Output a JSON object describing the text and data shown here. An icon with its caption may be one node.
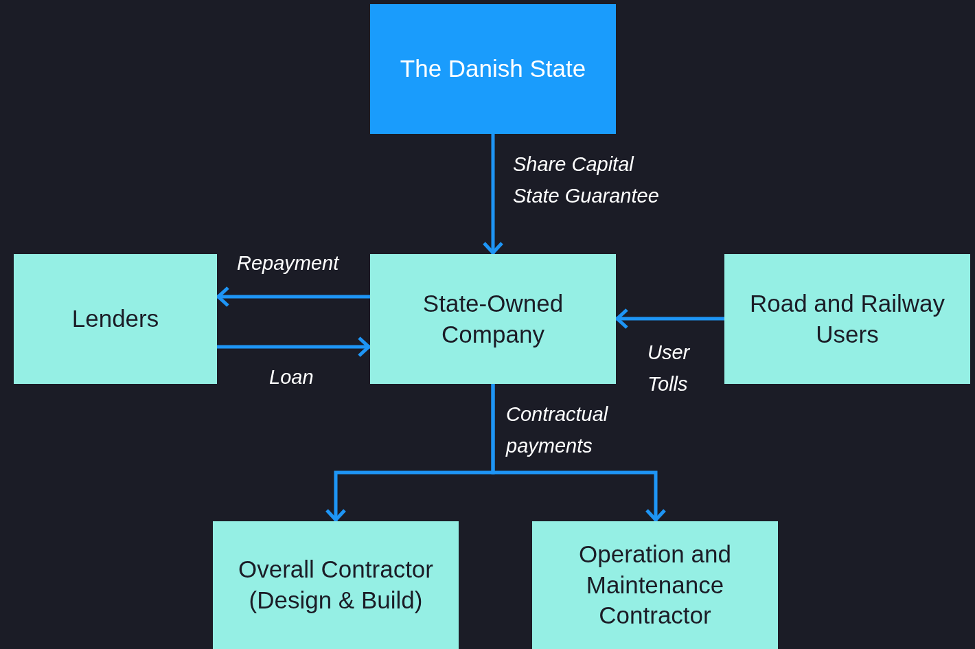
{
  "diagram": {
    "nodes": [
      {
        "text": [
          "The Danish State"
        ]
      },
      {
        "text": [
          "Lenders"
        ]
      },
      {
        "text": [
          "State-Owned Company"
        ]
      },
      {
        "text": [
          "Road and Railway Users"
        ]
      },
      {
        "text": [
          "Overall Contractor (Design & Build)"
        ]
      },
      {
        "text": [
          "Operation and Maintenance Contractor"
        ]
      }
    ],
    "edges": [
      {
        "from": 0,
        "to": 2,
        "arrow": "to",
        "label": "Share Capital State Guarantee"
      },
      {
        "from": 2,
        "to": 1,
        "arrow": "to",
        "label": "Repayment"
      },
      {
        "from": 1,
        "to": 2,
        "arrow": "to",
        "label": "Loan"
      },
      {
        "from": 3,
        "to": 2,
        "arrow": "to",
        "label": "User Tolls"
      },
      {
        "from": 2,
        "to": 4,
        "arrow": "to",
        "label": "Contractual payments"
      },
      {
        "from": 2,
        "to": 5,
        "arrow": "to"
      }
    ]
  }
}
